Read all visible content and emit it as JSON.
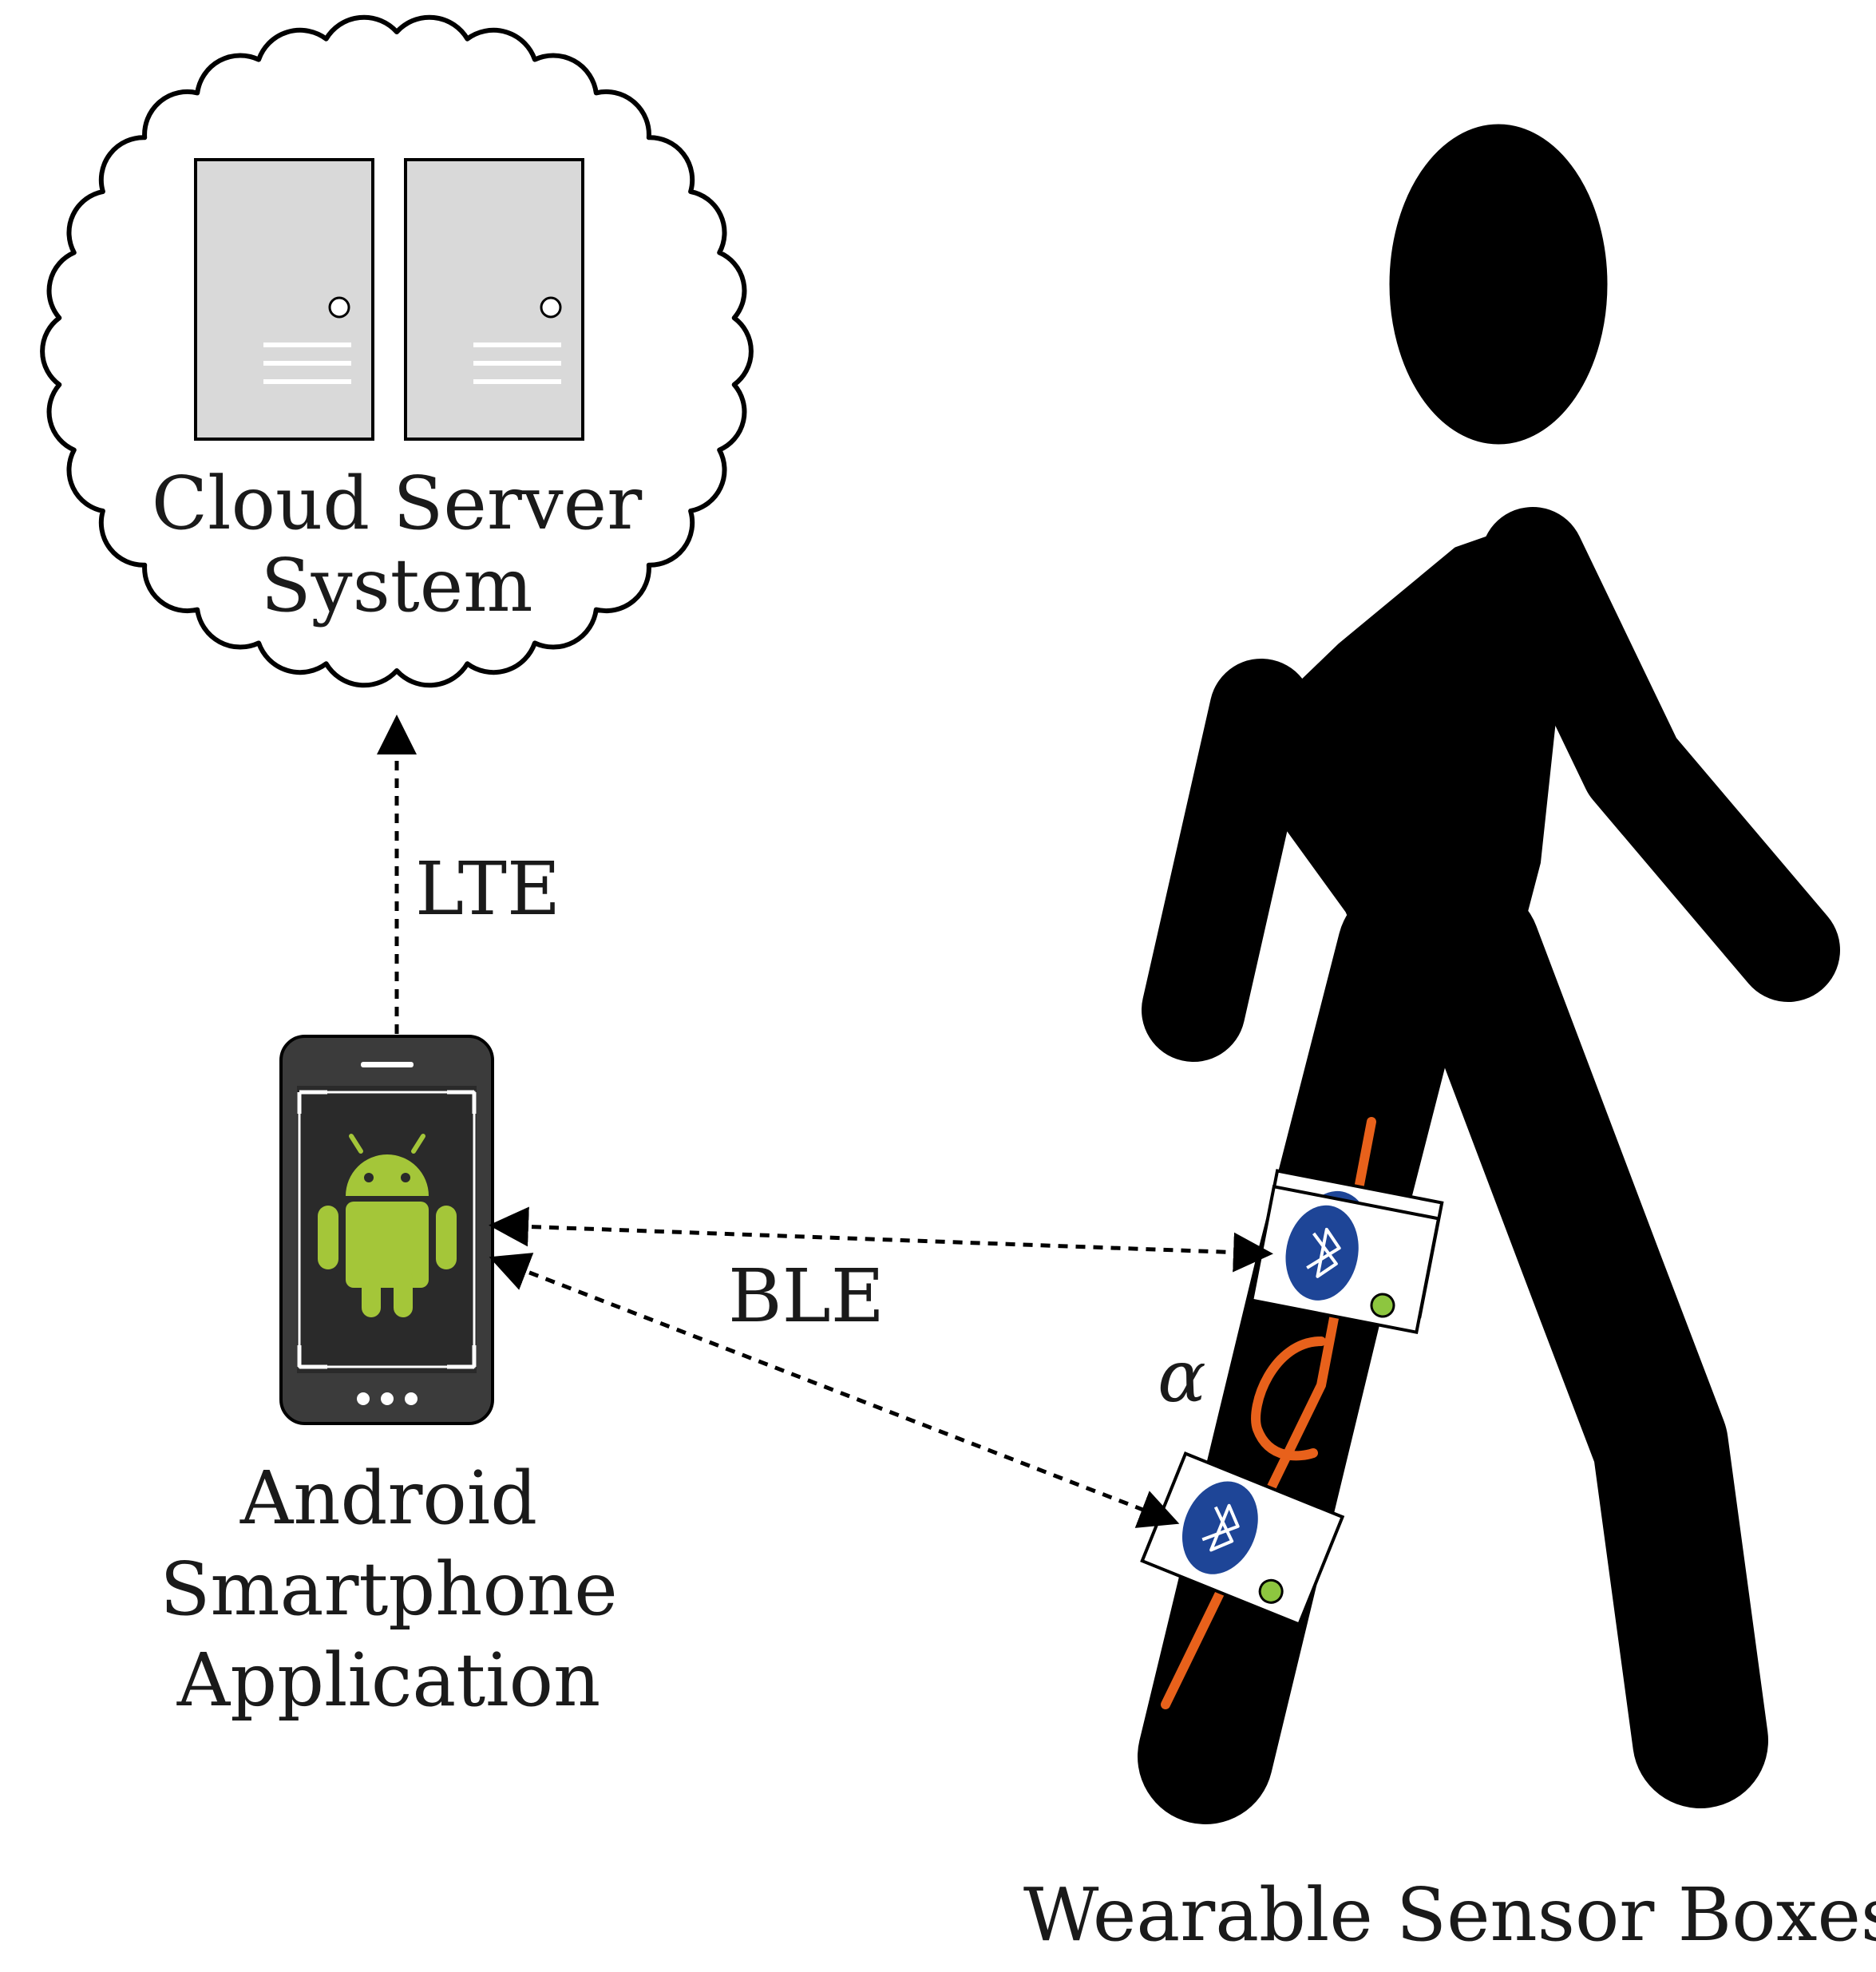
{
  "labels": {
    "cloud_line1": "Cloud Server",
    "cloud_line2": "System",
    "lte": "LTE",
    "ble": "BLE",
    "alpha": "α",
    "phone_line1": "Android",
    "phone_line2": "Smartphone",
    "phone_line3": "Application",
    "sensors": "Wearable Sensor Boxes"
  },
  "colors": {
    "silhouette": "#000000",
    "server_fill": "#d9d9d9",
    "phone_body": "#3a3a3a",
    "android_green": "#a4c639",
    "bluetooth_blue": "#1e4597",
    "leg_line_orange": "#e8611b",
    "status_led_green": "#8dc63f"
  },
  "icons": [
    "cloud-icon",
    "server-icon",
    "smartphone-icon",
    "android-logo-icon",
    "bluetooth-icon",
    "walking-person-icon"
  ]
}
